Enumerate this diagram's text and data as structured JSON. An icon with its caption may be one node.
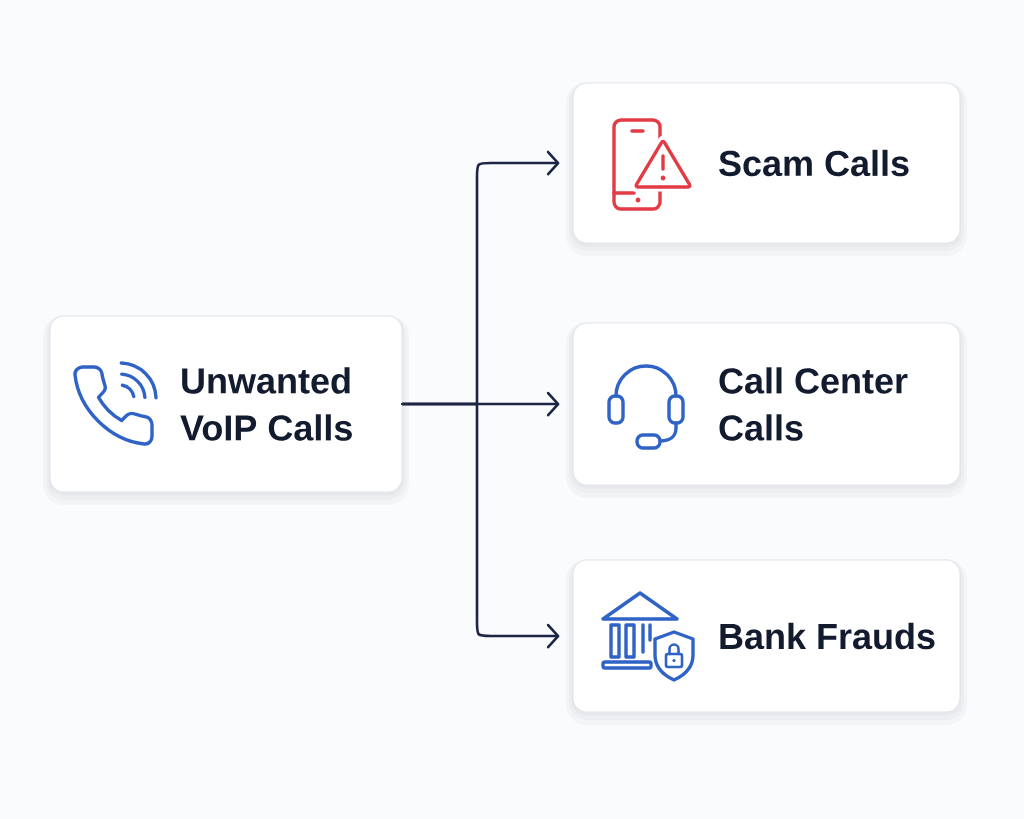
{
  "diagram": {
    "nodes": [
      {
        "text": [
          "Unwanted VoIP Calls"
        ]
      },
      {
        "text": [
          "Scam Calls"
        ]
      },
      {
        "text": [
          "Call Center Calls"
        ]
      },
      {
        "text": [
          "Bank Frauds"
        ]
      }
    ],
    "edges": [
      {
        "from": 0,
        "to": 1,
        "arrow": "to"
      },
      {
        "from": 0,
        "to": 2,
        "arrow": "to"
      },
      {
        "from": 0,
        "to": 3,
        "arrow": "to"
      }
    ]
  }
}
